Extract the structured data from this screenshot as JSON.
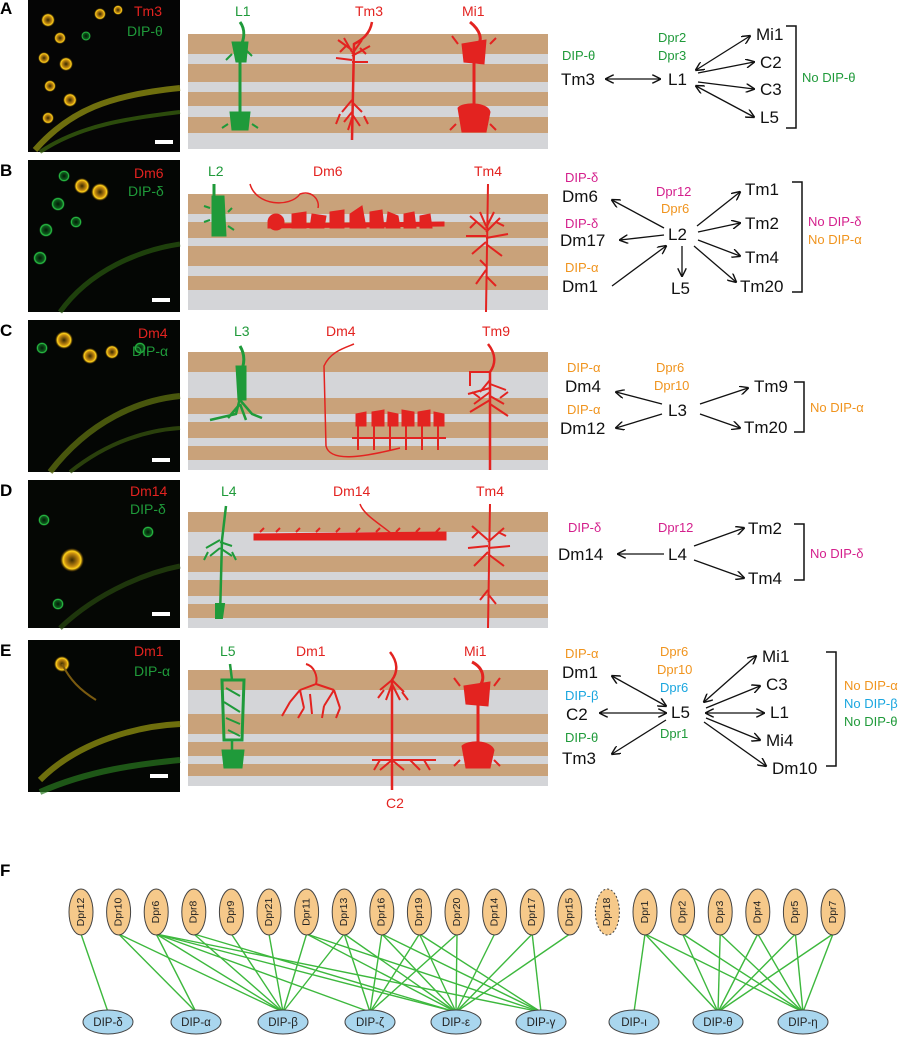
{
  "colors": {
    "green": "#1f9a3a",
    "red": "#e32320",
    "magenta": "#d41f8c",
    "orange": "#f0941e",
    "cyan": "#1aa6df",
    "brown": "#c9a27a",
    "gray": "#d4d5d8",
    "dpr_fill": "#f6c98a",
    "dip_fill": "#a9d6ee",
    "edge": "#3db83d"
  },
  "panels": [
    {
      "letter": "A",
      "micro_labels": [
        {
          "text": "Tm3",
          "color": "red"
        },
        {
          "text": "DIP-θ",
          "color": "green"
        }
      ],
      "cell_labels": [
        {
          "text": "L1",
          "color": "green"
        },
        {
          "text": "Tm3",
          "color": "red"
        },
        {
          "text": "Mi1",
          "color": "red"
        }
      ],
      "nodes": [
        {
          "text": "Tm3"
        },
        {
          "text": "L1"
        },
        {
          "text": "Mi1"
        },
        {
          "text": "C2"
        },
        {
          "text": "C3"
        },
        {
          "text": "L5"
        }
      ],
      "annotations": [
        {
          "text": "DIP-θ",
          "color": "green"
        },
        {
          "text": "Dpr2",
          "color": "green"
        },
        {
          "text": "Dpr3",
          "color": "green"
        },
        {
          "text": "No DIP-θ",
          "color": "green"
        }
      ]
    },
    {
      "letter": "B",
      "micro_labels": [
        {
          "text": "Dm6",
          "color": "red"
        },
        {
          "text": "DIP-δ",
          "color": "green"
        }
      ],
      "cell_labels": [
        {
          "text": "L2",
          "color": "green"
        },
        {
          "text": "Dm6",
          "color": "red"
        },
        {
          "text": "Tm4",
          "color": "red"
        }
      ],
      "nodes": [
        {
          "text": "Dm6"
        },
        {
          "text": "Dm17"
        },
        {
          "text": "Dm1"
        },
        {
          "text": "L2"
        },
        {
          "text": "L5"
        },
        {
          "text": "Tm1"
        },
        {
          "text": "Tm2"
        },
        {
          "text": "Tm4"
        },
        {
          "text": "Tm20"
        }
      ],
      "annotations": [
        {
          "text": "DIP-δ",
          "color": "magenta"
        },
        {
          "text": "DIP-δ",
          "color": "magenta"
        },
        {
          "text": "DIP-α",
          "color": "orange"
        },
        {
          "text": "Dpr12",
          "color": "magenta"
        },
        {
          "text": "Dpr6",
          "color": "orange"
        },
        {
          "text": "No DIP-δ",
          "color": "magenta"
        },
        {
          "text": "No DIP-α",
          "color": "orange"
        }
      ]
    },
    {
      "letter": "C",
      "micro_labels": [
        {
          "text": "Dm4",
          "color": "red"
        },
        {
          "text": "DIP-α",
          "color": "green"
        }
      ],
      "cell_labels": [
        {
          "text": "L3",
          "color": "green"
        },
        {
          "text": "Dm4",
          "color": "red"
        },
        {
          "text": "Tm9",
          "color": "red"
        }
      ],
      "nodes": [
        {
          "text": "Dm4"
        },
        {
          "text": "Dm12"
        },
        {
          "text": "L3"
        },
        {
          "text": "Tm9"
        },
        {
          "text": "Tm20"
        }
      ],
      "annotations": [
        {
          "text": "DIP-α",
          "color": "orange"
        },
        {
          "text": "DIP-α",
          "color": "orange"
        },
        {
          "text": "Dpr6",
          "color": "orange"
        },
        {
          "text": "Dpr10",
          "color": "orange"
        },
        {
          "text": "No DIP-α",
          "color": "orange"
        }
      ]
    },
    {
      "letter": "D",
      "micro_labels": [
        {
          "text": "Dm14",
          "color": "red"
        },
        {
          "text": "DIP-δ",
          "color": "green"
        }
      ],
      "cell_labels": [
        {
          "text": "L4",
          "color": "green"
        },
        {
          "text": "Dm14",
          "color": "red"
        },
        {
          "text": "Tm4",
          "color": "red"
        }
      ],
      "nodes": [
        {
          "text": "Dm14"
        },
        {
          "text": "L4"
        },
        {
          "text": "Tm2"
        },
        {
          "text": "Tm4"
        }
      ],
      "annotations": [
        {
          "text": "DIP-δ",
          "color": "magenta"
        },
        {
          "text": "Dpr12",
          "color": "magenta"
        },
        {
          "text": "No DIP-δ",
          "color": "magenta"
        }
      ]
    },
    {
      "letter": "E",
      "micro_labels": [
        {
          "text": "Dm1",
          "color": "red"
        },
        {
          "text": "DIP-α",
          "color": "green"
        }
      ],
      "cell_labels": [
        {
          "text": "L5",
          "color": "green"
        },
        {
          "text": "Dm1",
          "color": "red"
        },
        {
          "text": "Mi1",
          "color": "red"
        },
        {
          "text": "C2",
          "color": "red"
        }
      ],
      "nodes": [
        {
          "text": "Dm1"
        },
        {
          "text": "C2"
        },
        {
          "text": "Tm3"
        },
        {
          "text": "L5"
        },
        {
          "text": "Mi1"
        },
        {
          "text": "C3"
        },
        {
          "text": "L1"
        },
        {
          "text": "Mi4"
        },
        {
          "text": "Dm10"
        }
      ],
      "annotations": [
        {
          "text": "DIP-α",
          "color": "orange"
        },
        {
          "text": "DIP-β",
          "color": "cyan"
        },
        {
          "text": "DIP-θ",
          "color": "green"
        },
        {
          "text": "Dpr6",
          "color": "orange"
        },
        {
          "text": "Dpr10",
          "color": "orange"
        },
        {
          "text": "Dpr6",
          "color": "cyan"
        },
        {
          "text": "Dpr1",
          "color": "green"
        },
        {
          "text": "No DIP-α",
          "color": "orange"
        },
        {
          "text": "No DIP-β",
          "color": "cyan"
        },
        {
          "text": "No DIP-θ",
          "color": "green"
        }
      ]
    }
  ],
  "panel_f": {
    "letter": "F",
    "dprs": [
      "Dpr12",
      "Dpr10",
      "Dpr6",
      "Dpr8",
      "Dpr9",
      "Dpr21",
      "Dpr11",
      "Dpr13",
      "Dpr16",
      "Dpr19",
      "Dpr20",
      "Dpr14",
      "Dpr17",
      "Dpr15",
      "Dpr18",
      "Dpr1",
      "Dpr2",
      "Dpr3",
      "Dpr4",
      "Dpr5",
      "Dpr7"
    ],
    "dashed_dpr": "Dpr18",
    "dips": [
      "DIP-δ",
      "DIP-α",
      "DIP-β",
      "DIP-ζ",
      "DIP-ε",
      "DIP-γ",
      "DIP-ι",
      "DIP-θ",
      "DIP-η"
    ],
    "edges": [
      [
        "Dpr12",
        "DIP-δ"
      ],
      [
        "Dpr10",
        "DIP-α"
      ],
      [
        "Dpr10",
        "DIP-β"
      ],
      [
        "Dpr6",
        "DIP-α"
      ],
      [
        "Dpr6",
        "DIP-β"
      ],
      [
        "Dpr6",
        "DIP-ζ"
      ],
      [
        "Dpr6",
        "DIP-ε"
      ],
      [
        "Dpr6",
        "DIP-γ"
      ],
      [
        "Dpr8",
        "DIP-β"
      ],
      [
        "Dpr8",
        "DIP-ε"
      ],
      [
        "Dpr9",
        "DIP-β"
      ],
      [
        "Dpr21",
        "DIP-β"
      ],
      [
        "Dpr11",
        "DIP-β"
      ],
      [
        "Dpr11",
        "DIP-ε"
      ],
      [
        "Dpr11",
        "DIP-γ"
      ],
      [
        "Dpr13",
        "DIP-β"
      ],
      [
        "Dpr13",
        "DIP-ζ"
      ],
      [
        "Dpr13",
        "DIP-ε"
      ],
      [
        "Dpr16",
        "DIP-ζ"
      ],
      [
        "Dpr16",
        "DIP-ε"
      ],
      [
        "Dpr16",
        "DIP-γ"
      ],
      [
        "Dpr19",
        "DIP-ζ"
      ],
      [
        "Dpr19",
        "DIP-ε"
      ],
      [
        "Dpr19",
        "DIP-γ"
      ],
      [
        "Dpr20",
        "DIP-ζ"
      ],
      [
        "Dpr20",
        "DIP-ε"
      ],
      [
        "Dpr14",
        "DIP-ε"
      ],
      [
        "Dpr17",
        "DIP-ε"
      ],
      [
        "Dpr17",
        "DIP-γ"
      ],
      [
        "Dpr15",
        "DIP-ε"
      ],
      [
        "Dpr1",
        "DIP-ι"
      ],
      [
        "Dpr1",
        "DIP-θ"
      ],
      [
        "Dpr1",
        "DIP-η"
      ],
      [
        "Dpr2",
        "DIP-θ"
      ],
      [
        "Dpr2",
        "DIP-η"
      ],
      [
        "Dpr3",
        "DIP-θ"
      ],
      [
        "Dpr3",
        "DIP-η"
      ],
      [
        "Dpr4",
        "DIP-θ"
      ],
      [
        "Dpr4",
        "DIP-η"
      ],
      [
        "Dpr5",
        "DIP-θ"
      ],
      [
        "Dpr5",
        "DIP-η"
      ],
      [
        "Dpr7",
        "DIP-θ"
      ],
      [
        "Dpr7",
        "DIP-η"
      ]
    ]
  }
}
